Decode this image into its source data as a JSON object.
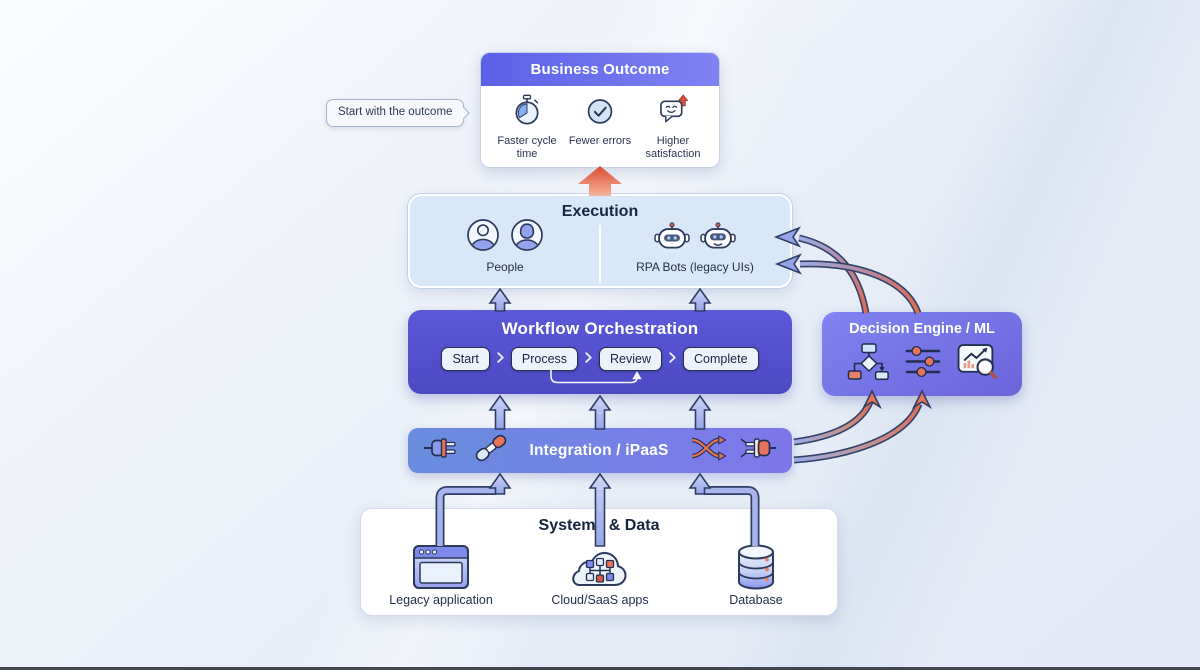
{
  "colors": {
    "background": "#e9eef6",
    "header_indigo": "#5f66ea",
    "workflow_purple": "#5250cb",
    "decision_purple": "#7178ec",
    "integration_gradient_left": "#6a8dde",
    "integration_gradient_right": "#7e77ea",
    "execution_panel_blue": "#d9e8f8",
    "arrow_blue": "#9dabea",
    "arrow_orange": "#e0573f",
    "text_dark": "#1b2845"
  },
  "callout": {
    "label": "Start with the outcome"
  },
  "business_outcome": {
    "title": "Business Outcome",
    "items": [
      {
        "label": "Faster cycle time",
        "icon": "stopwatch-icon"
      },
      {
        "label": "Fewer errors",
        "icon": "check-circle-icon"
      },
      {
        "label": "Higher satisfaction",
        "icon": "chat-arrow-up-icon"
      }
    ]
  },
  "execution": {
    "title": "Execution",
    "groups": [
      {
        "label": "People",
        "icons": [
          "person-icon",
          "person-icon-alt"
        ]
      },
      {
        "label": "RPA Bots (legacy UIs)",
        "icons": [
          "robot-icon",
          "robot-smile-icon"
        ]
      }
    ]
  },
  "workflow": {
    "title": "Workflow Orchestration",
    "steps": [
      "Start",
      "Process",
      "Review",
      "Complete"
    ]
  },
  "decision_engine": {
    "title": "Decision Engine / ML",
    "icons": [
      "flowchart-icon",
      "sliders-icon",
      "chart-magnifier-icon"
    ]
  },
  "integration": {
    "title": "Integration / iPaaS",
    "icons": [
      "plug-icon",
      "linked-plugs-icon",
      "shuffle-icon",
      "plug-spark-icon"
    ]
  },
  "systems": {
    "title": "Systems & Data",
    "items": [
      {
        "label": "Legacy application",
        "icon": "browser-window-icon"
      },
      {
        "label": "Cloud/SaaS apps",
        "icon": "cloud-network-icon"
      },
      {
        "label": "Database",
        "icon": "database-icon"
      }
    ]
  }
}
